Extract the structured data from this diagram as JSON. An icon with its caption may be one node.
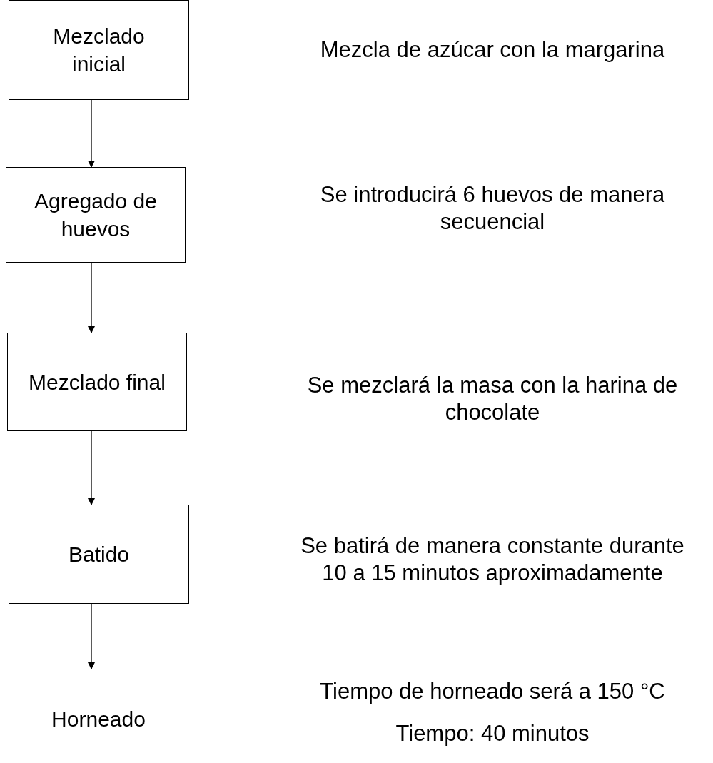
{
  "diagram": {
    "nodes": [
      {
        "text": [
          "Mezclado inicial"
        ]
      },
      {
        "text": [
          "Agregado de huevos"
        ]
      },
      {
        "text": [
          "Mezclado final"
        ]
      },
      {
        "text": [
          "Batido"
        ]
      },
      {
        "text": [
          "Horneado"
        ]
      }
    ],
    "edges": [
      {
        "from": 0,
        "to": 1,
        "arrow": "to"
      },
      {
        "from": 1,
        "to": 2,
        "arrow": "to"
      },
      {
        "from": 2,
        "to": 3,
        "arrow": "to"
      },
      {
        "from": 3,
        "to": 4,
        "arrow": "to"
      }
    ],
    "labels": [
      "Mezcla de azúcar con la margarina",
      "Se introducirá 6 huevos de manera secuencial",
      "Se mezclará la masa con la harina de chocolate",
      "Se batirá de manera constante durante 10 a 15 minutos aproximadamente",
      "Tiempo de horneado será a 150 °C",
      "Tiempo: 40 minutos"
    ]
  }
}
